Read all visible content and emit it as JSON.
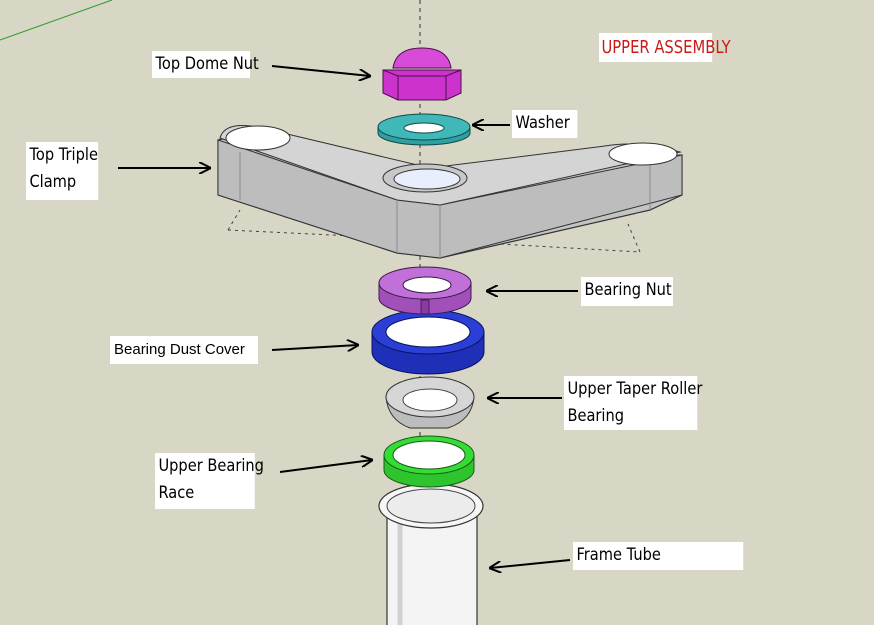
{
  "title": "UPPER ASSEMBLY",
  "labels": {
    "top_dome_nut": "Top Dome Nut",
    "washer": "Washer",
    "top_triple_clamp_l1": "Top Triple",
    "top_triple_clamp_l2": "Clamp",
    "bearing_nut": "Bearing Nut",
    "bearing_dust_cover": "Bearing Dust Cover",
    "upper_taper_l1": "Upper Taper Roller",
    "upper_taper_l2": "Bearing",
    "upper_race_l1": "Upper Bearing",
    "upper_race_l2": "Race",
    "frame_tube": "Frame Tube"
  },
  "colors": {
    "background": "#d8d6c4",
    "title_text": "#cc1a1a",
    "dome_nut": "#cc33cc",
    "washer": "#40b8b8",
    "triple_clamp": "#c8c8c8",
    "bearing_nut": "#b060c8",
    "dust_cover": "#2b3fd6",
    "taper_bearing": "#c8c8c8",
    "bearing_race": "#33dd33",
    "frame_tube": "#f4f4f4"
  }
}
